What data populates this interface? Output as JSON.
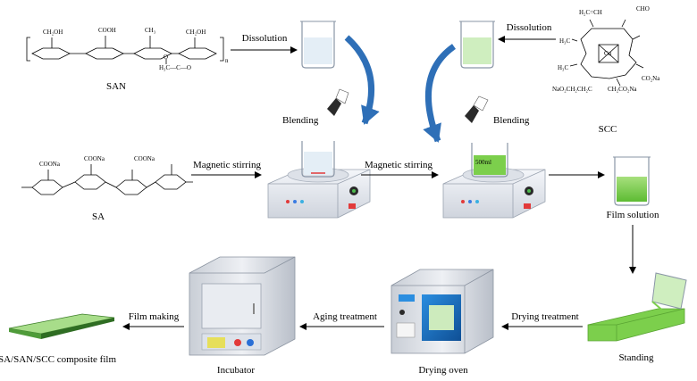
{
  "labels": {
    "san": "SAN",
    "scc": "SCC",
    "sa": "SA",
    "dissolution_left": "Dissolution",
    "dissolution_right": "Dissolution",
    "blending_left": "Blending",
    "blending_right": "Blending",
    "magnetic_stirring_left": "Magnetic stirring",
    "magnetic_stirring_right": "Magnetic stirring",
    "film_solution": "Film solution",
    "standing": "Standing",
    "drying_treatment": "Drying treatment",
    "drying_oven": "Drying oven",
    "aging_treatment": "Aging treatment",
    "incubator": "Incubator",
    "film_making": "Film making",
    "composite_film": "SA/SAN/SCC composite film"
  },
  "chem_text": {
    "san_ch2oh_1": "CH₂OH",
    "san_cooh": "COOH",
    "san_ch3": "CH₃",
    "san_ch2oh_2": "CH₂OH",
    "san_n": "n",
    "san_acetyl": "H₃C—C—O",
    "san_o": "O",
    "scc_vinyl": "H₂C=CH",
    "scc_cho": "CHO",
    "scc_h3c_a": "H₃C",
    "scc_h3c_b": "H₃C",
    "scc_cu": "Cu",
    "scc_co2na": "CO₂Na",
    "scc_chain_left": "NaO₂CH₂CH₂C",
    "scc_chain_mid": "CH₂CO₂Na",
    "sa_coona_1": "COONa",
    "sa_coona_2": "COONa",
    "sa_coona_3": "COONa",
    "beaker_mark": "500ml"
  },
  "colors": {
    "arrow": "#000000",
    "curved_arrow": "#2e6fb7",
    "green_liquid": "#7ccf4c",
    "pale_green_liquid": "#cfeebf",
    "clear_liquid": "#e4eef6",
    "composite_film": "#a8dd8a",
    "stirrer_body": "#e6e9ef",
    "oven_window": "#1f77c8"
  }
}
